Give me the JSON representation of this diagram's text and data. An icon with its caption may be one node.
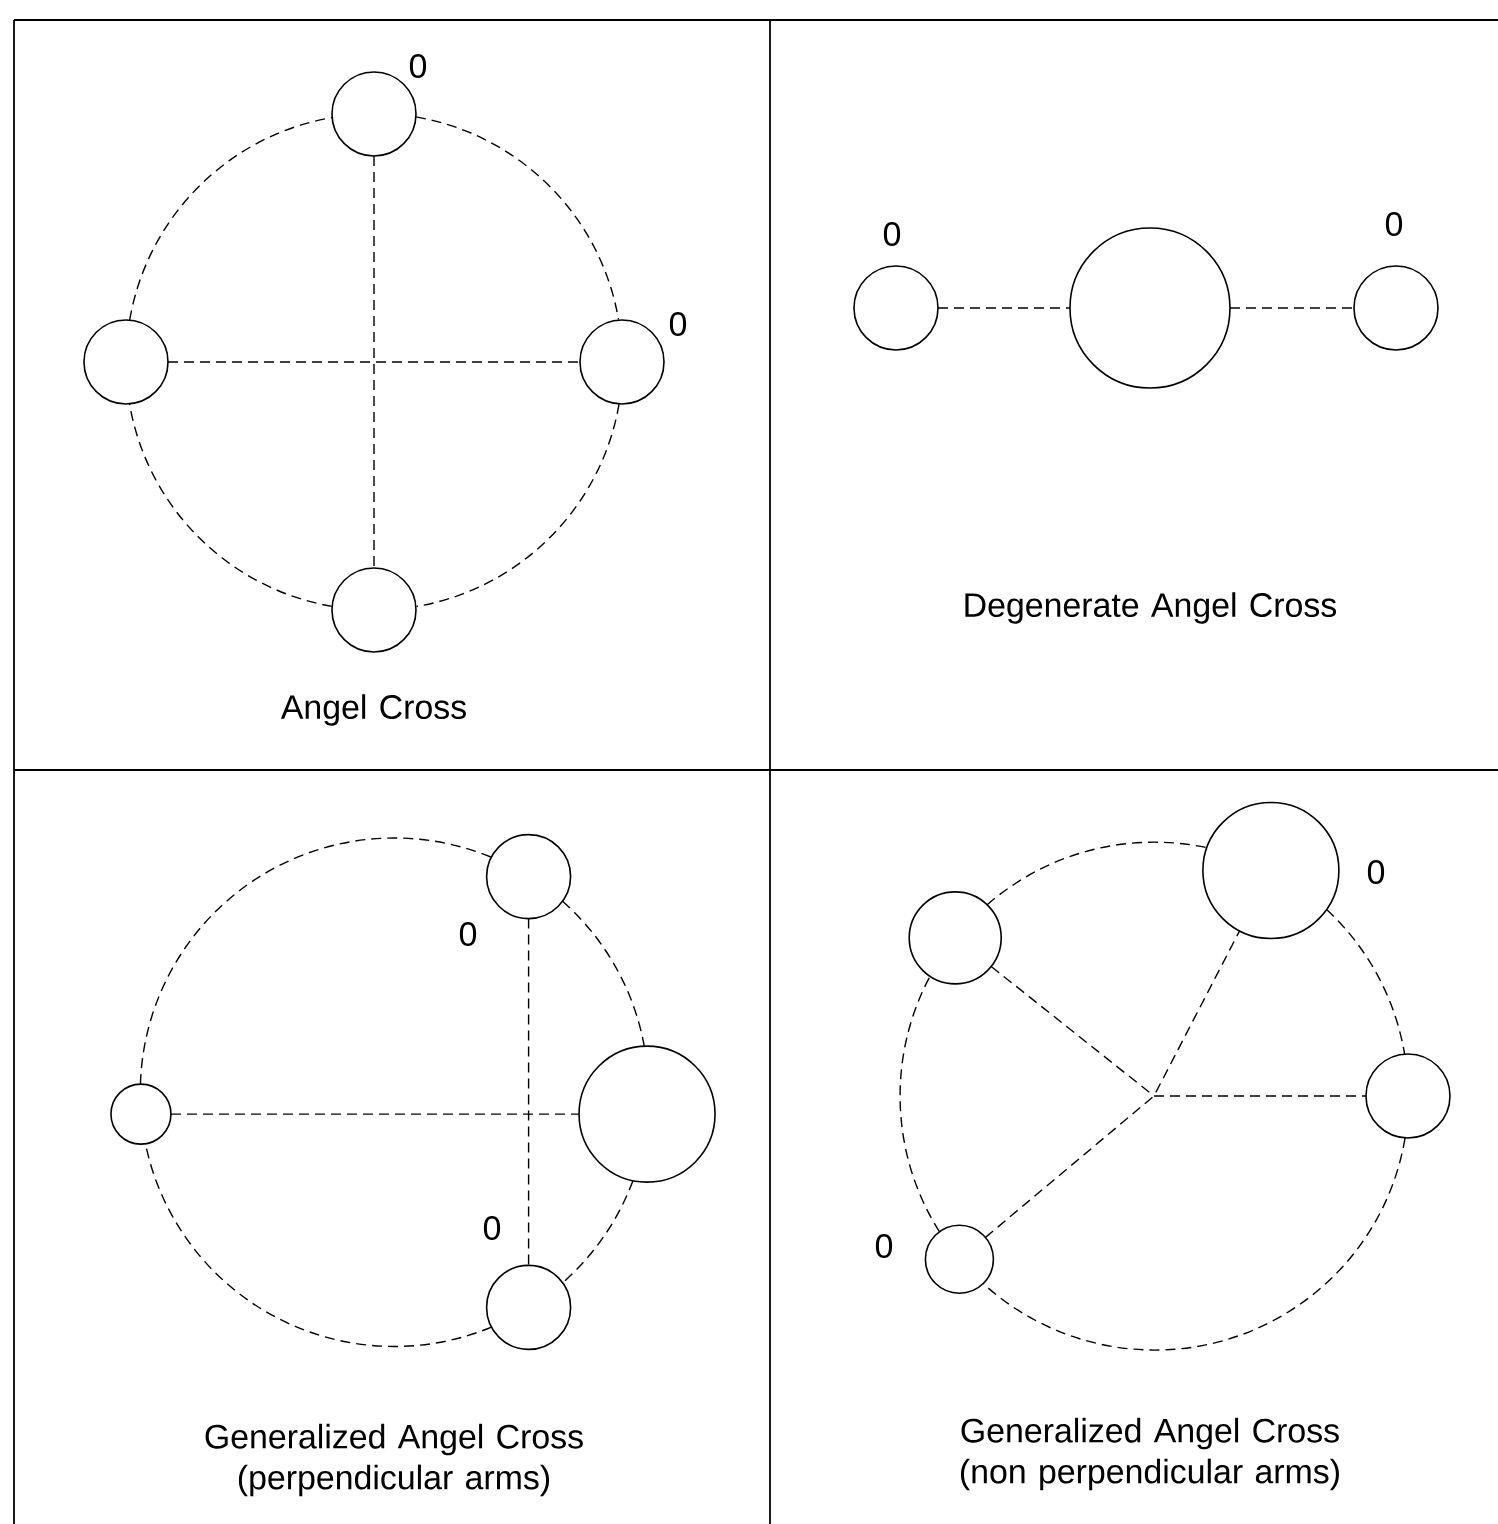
{
  "diagram": {
    "nodes": [
      {
        "text": [],
        "shape": "circle",
        "beside": [
          "0"
        ]
      },
      {
        "text": [],
        "shape": "circle"
      },
      {
        "text": [],
        "shape": "circle",
        "beside": [
          "0"
        ]
      },
      {
        "text": [],
        "shape": "circle"
      },
      {
        "text": [],
        "shape": "circle",
        "beside": [
          "0"
        ]
      },
      {
        "text": [],
        "shape": "circle"
      },
      {
        "text": [],
        "shape": "circle",
        "beside": [
          "0"
        ]
      },
      {
        "text": [],
        "shape": "circle",
        "beside": [
          "0"
        ]
      },
      {
        "text": [],
        "shape": "circle"
      },
      {
        "text": [],
        "shape": "circle"
      },
      {
        "text": [],
        "shape": "circle",
        "beside": [
          "0"
        ]
      },
      {
        "text": [],
        "shape": "circle",
        "beside": [
          "0"
        ]
      },
      {
        "text": [],
        "shape": "circle"
      },
      {
        "text": [],
        "shape": "circle"
      },
      {
        "text": [],
        "shape": "circle",
        "beside": [
          "0"
        ]
      }
    ],
    "edges": [
      {
        "from": 0,
        "to": 3,
        "arrow": "none"
      },
      {
        "from": 1,
        "to": 2,
        "arrow": "none"
      },
      {
        "from": 0,
        "to": 2,
        "arrow": "none"
      },
      {
        "from": 2,
        "to": 3,
        "arrow": "none"
      },
      {
        "from": 3,
        "to": 1,
        "arrow": "none"
      },
      {
        "from": 1,
        "to": 0,
        "arrow": "none"
      },
      {
        "from": 4,
        "to": 5,
        "arrow": "none"
      },
      {
        "from": 5,
        "to": 6,
        "arrow": "none"
      },
      {
        "from": 7,
        "to": 10,
        "arrow": "none"
      },
      {
        "from": 8,
        "to": 9,
        "arrow": "none"
      },
      {
        "from": 7,
        "to": 9,
        "arrow": "none"
      },
      {
        "from": 9,
        "to": 10,
        "arrow": "none"
      },
      {
        "from": 10,
        "to": 8,
        "arrow": "none"
      },
      {
        "from": 8,
        "to": 7,
        "arrow": "none"
      },
      {
        "from": 14,
        "to": 11,
        "arrow": "none"
      },
      {
        "from": 12,
        "to": 13,
        "arrow": "none"
      },
      {
        "from": 11,
        "to": 13,
        "arrow": "none"
      },
      {
        "from": 13,
        "to": 14,
        "arrow": "none"
      },
      {
        "from": 14,
        "to": 12,
        "arrow": "none"
      },
      {
        "from": 12,
        "to": 11,
        "arrow": "none"
      }
    ],
    "labels": [
      "Angel Cross",
      "Degenerate Angel Cross",
      "Generalized Angel Cross (perpendicular arms)",
      "Generalized Angel Cross (non perpendicular arms)"
    ]
  }
}
